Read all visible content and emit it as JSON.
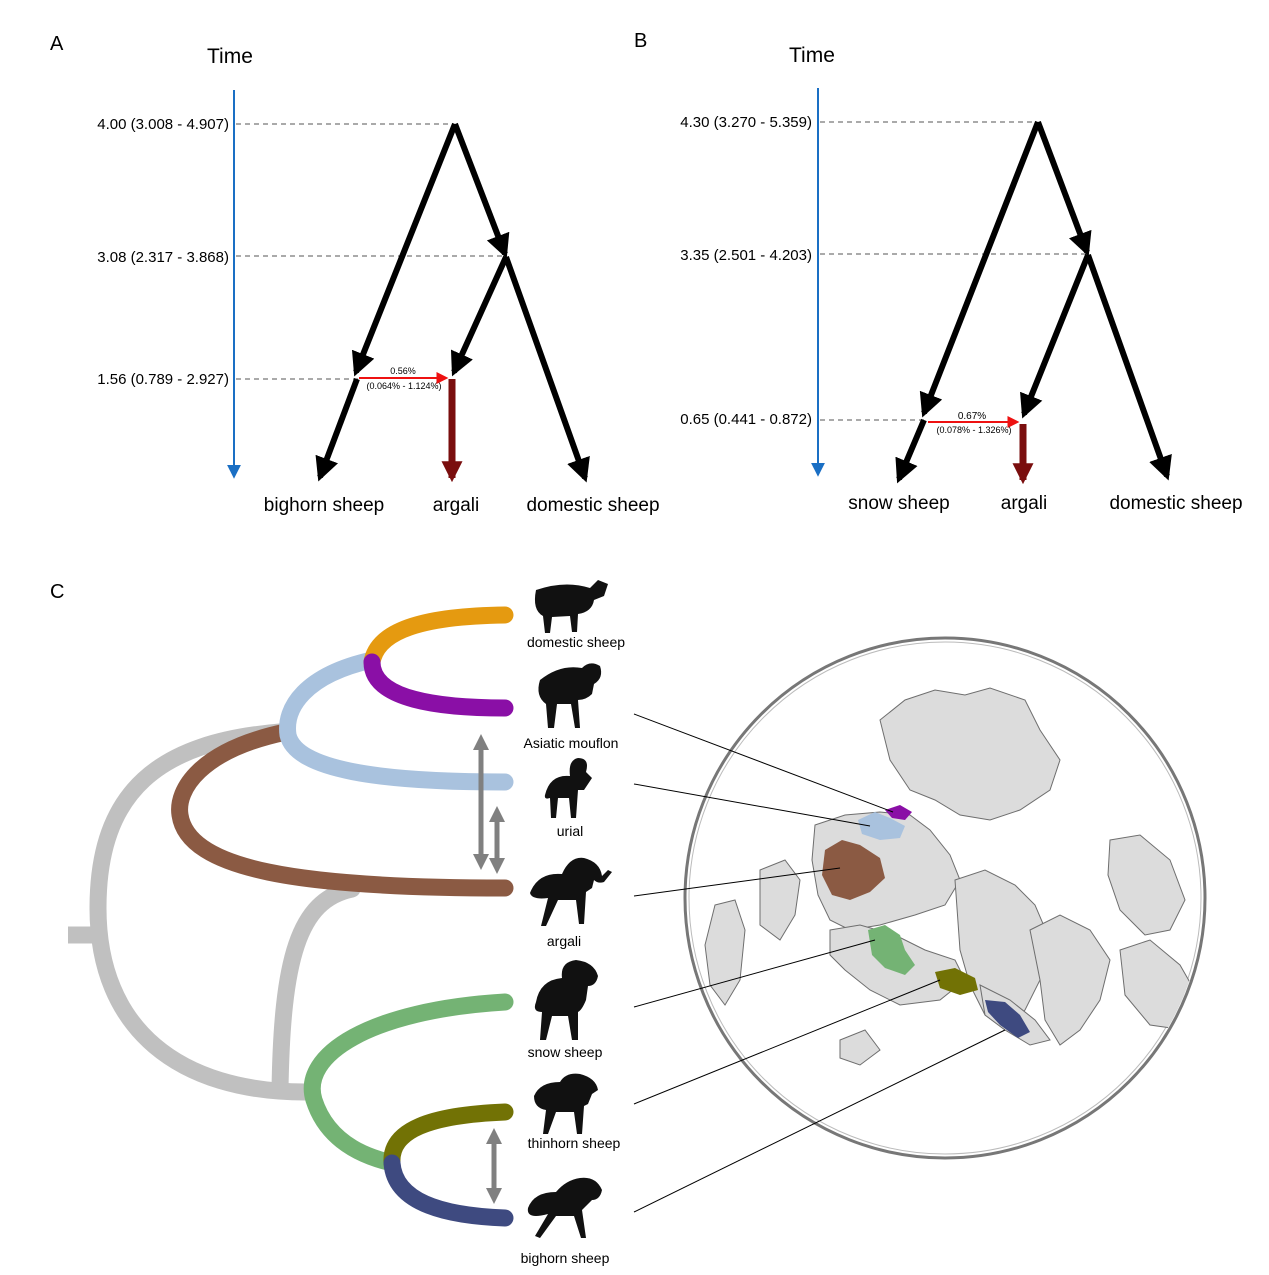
{
  "panel_a": {
    "letter": "A",
    "time_label": "Time",
    "ticks": [
      "4.00 (3.008 - 4.907)",
      "3.08 (2.317 - 3.868)",
      "1.56 (0.789 - 2.927)"
    ],
    "taxa": [
      "bighorn sheep",
      "argali",
      "domestic sheep"
    ],
    "admix_pct": "0.56%",
    "admix_ci": "(0.064% - 1.124%)"
  },
  "panel_b": {
    "letter": "B",
    "time_label": "Time",
    "ticks": [
      "4.30 (3.270 - 5.359)",
      "3.35 (2.501 - 4.203)",
      "0.65 (0.441 - 0.872)"
    ],
    "taxa": [
      "snow sheep",
      "argali",
      "domestic sheep"
    ],
    "admix_pct": "0.67%",
    "admix_ci": "(0.078% - 1.326%)"
  },
  "panel_c": {
    "letter": "C",
    "species": [
      {
        "name": "domestic sheep",
        "color": "#e59a10"
      },
      {
        "name": "Asiatic mouflon",
        "color": "#8a0fa6"
      },
      {
        "name": "urial",
        "color": "#a9c2de"
      },
      {
        "name": "argali",
        "color": "#8b5a43"
      },
      {
        "name": "snow sheep",
        "color": "#74b374"
      },
      {
        "name": "thinhorn sheep",
        "color": "#727205"
      },
      {
        "name": "bighorn sheep",
        "color": "#3e4a80"
      }
    ],
    "ancestral_color": "#c0c0c0",
    "gene_flow_arrow_color": "#808080"
  },
  "colors": {
    "time_axis": "#1a6fc4",
    "introgression_arrow": "#ee1111",
    "argali_branch": "#7a0e0e",
    "land": "#dcdcdc",
    "land_outline": "#6e6e6e"
  }
}
